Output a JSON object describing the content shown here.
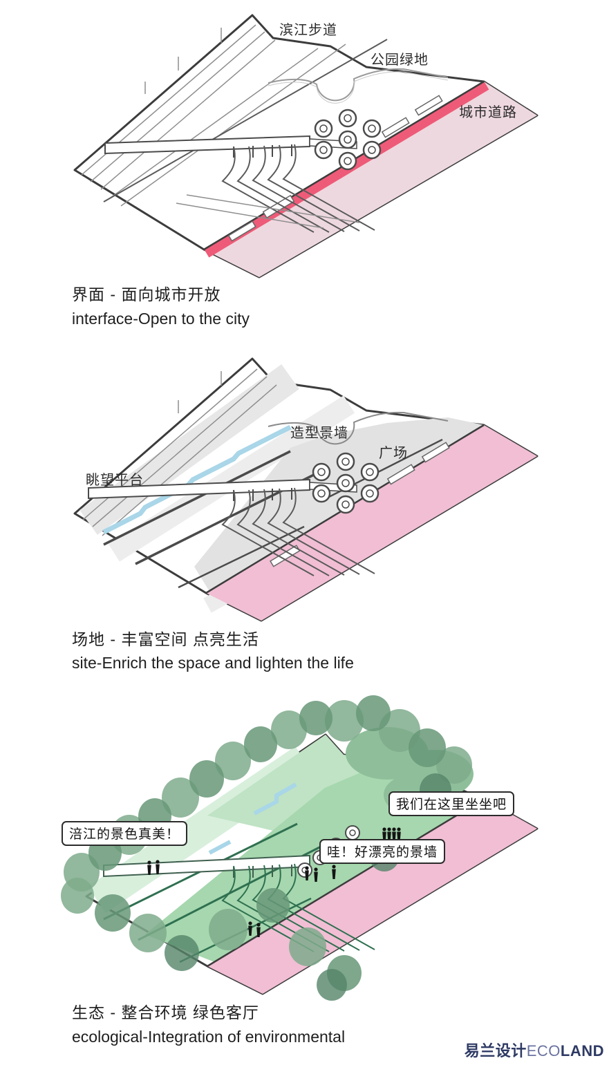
{
  "diagram_interface": {
    "label_riverside_walkway": "滨江步道",
    "label_park_green": "公园绿地",
    "label_city_road": "城市道路",
    "caption_zh": "界面 - 面向城市开放",
    "caption_en": "interface-Open to the city"
  },
  "diagram_site": {
    "label_feature_wall": "造型景墙",
    "label_plaza": "广场",
    "label_lookout_platform": "眺望平台",
    "caption_zh": "场地 - 丰富空间 点亮生活",
    "caption_en": "site-Enrich the space and lighten the life"
  },
  "diagram_ecological": {
    "bubble_sit_here": "我们在这里坐坐吧",
    "bubble_river_view": "涪江的景色真美！",
    "bubble_wall_pretty": "哇！好漂亮的景墙",
    "caption_zh": "生态 - 整合环境 绿色客厅",
    "caption_en": "ecological-Integration of environmental"
  },
  "watermark": {
    "zh": "易兰设计",
    "en_outline": "ECO",
    "en_bold": "LAND"
  },
  "colors": {
    "outline_dark": "#3c3c3c",
    "road_pink_light": "#eed8df",
    "road_red_band": "#ee5b78",
    "road_pink": "#f1bed4",
    "water_blue": "#a9d6e8",
    "plaza_gray": "#e2e2e2",
    "band_gray": "#e7e7e7",
    "lawn_green": "#a6d7ae",
    "lawn_mint": "#d8efdc",
    "canopy_green": "#8fbf9a",
    "tree_green_1": "#7fab8c",
    "tree_green_2": "#679878",
    "tree_green_3": "#558469",
    "path_green_dark": "#2f7050",
    "ink": "#141414",
    "watermark_navy": "#2e3a64"
  }
}
